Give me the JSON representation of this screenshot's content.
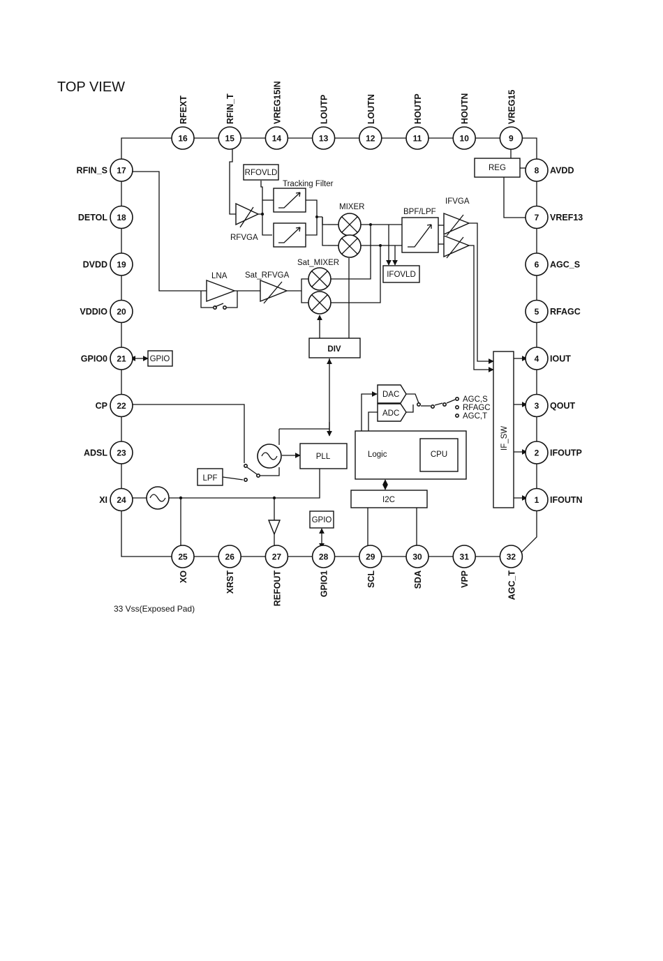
{
  "title": "TOP VIEW",
  "footnote": "33 Vss(Exposed Pad)",
  "pins": {
    "top": [
      {
        "num": "16",
        "label": "RFEXT"
      },
      {
        "num": "15",
        "label": "RFIN_T"
      },
      {
        "num": "14",
        "label": "VREG15IN"
      },
      {
        "num": "13",
        "label": "LOUTP"
      },
      {
        "num": "12",
        "label": "LOUTN"
      },
      {
        "num": "11",
        "label": "HOUTP"
      },
      {
        "num": "10",
        "label": "HOUTN"
      },
      {
        "num": "9",
        "label": "VREG15"
      }
    ],
    "right": [
      {
        "num": "8",
        "label": "AVDD"
      },
      {
        "num": "7",
        "label": "VREF13"
      },
      {
        "num": "6",
        "label": "AGC_S"
      },
      {
        "num": "5",
        "label": "RFAGC"
      },
      {
        "num": "4",
        "label": "IOUT"
      },
      {
        "num": "3",
        "label": "QOUT"
      },
      {
        "num": "2",
        "label": "IFOUTP"
      },
      {
        "num": "1",
        "label": "IFOUTN"
      }
    ],
    "left": [
      {
        "num": "17",
        "label": "RFIN_S"
      },
      {
        "num": "18",
        "label": "DETOL"
      },
      {
        "num": "19",
        "label": "DVDD"
      },
      {
        "num": "20",
        "label": "VDDIO"
      },
      {
        "num": "21",
        "label": "GPIO0"
      },
      {
        "num": "22",
        "label": "CP"
      },
      {
        "num": "23",
        "label": "ADSL"
      },
      {
        "num": "24",
        "label": "XI"
      }
    ],
    "bottom": [
      {
        "num": "25",
        "label": "XO"
      },
      {
        "num": "26",
        "label": "XRST"
      },
      {
        "num": "27",
        "label": "REFOUT"
      },
      {
        "num": "28",
        "label": "GPIO1"
      },
      {
        "num": "29",
        "label": "SCL"
      },
      {
        "num": "30",
        "label": "SDA"
      },
      {
        "num": "31",
        "label": "VPP"
      },
      {
        "num": "32",
        "label": "AGC_T"
      }
    ]
  },
  "blocks": {
    "rfovld": "RFOVLD",
    "tracking_filter": "Tracking Filter",
    "rfvga": "RFVGA",
    "mixer": "MIXER",
    "bpf_lpf": "BPF/LPF",
    "ifvga": "IFVGA",
    "reg": "REG",
    "lna": "LNA",
    "sat_rfvga": "Sat_RFVGA",
    "sat_mixer": "Sat_MIXER",
    "ifovld": "IFOVLD",
    "div": "DIV",
    "gpio_left": "GPIO",
    "gpio_bottom": "GPIO",
    "dac": "DAC",
    "adc": "ADC",
    "agc_s": "AGC,S",
    "rfagc": "RFAGC",
    "agc_t": "AGC,T",
    "logic": "Logic",
    "cpu": "CPU",
    "pll": "PLL",
    "lpf": "LPF",
    "i2c": "I2C",
    "if_sw": "IF_SW"
  }
}
